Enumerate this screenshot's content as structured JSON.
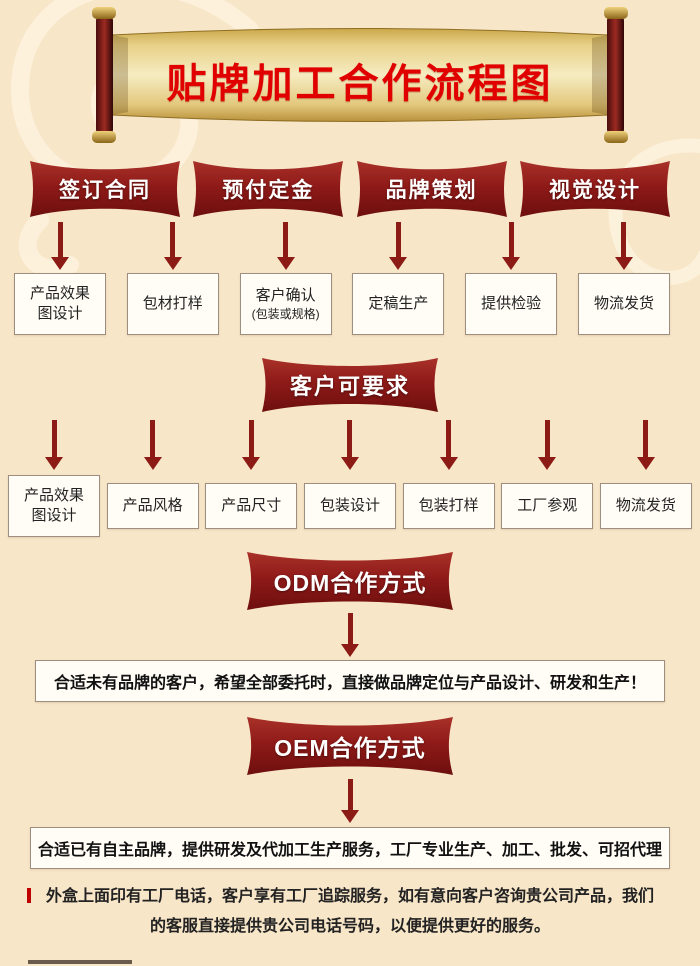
{
  "page": {
    "title": "贴牌加工合作流程图"
  },
  "stage1": {
    "banners": [
      {
        "label": "签订合同"
      },
      {
        "label": "预付定金"
      },
      {
        "label": "品牌策划"
      },
      {
        "label": "视觉设计"
      }
    ],
    "boxes": [
      {
        "line1": "产品效果",
        "line2": "图设计"
      },
      {
        "line1": "包材打样",
        "line2": ""
      },
      {
        "line1": "客户确认",
        "line2": "(包装或规格)"
      },
      {
        "line1": "定稿生产",
        "line2": ""
      },
      {
        "line1": "提供检验",
        "line2": ""
      },
      {
        "line1": "物流发货",
        "line2": ""
      }
    ]
  },
  "stage2": {
    "banner": "客户可要求",
    "boxes": [
      {
        "line1": "产品效果",
        "line2": "图设计"
      },
      {
        "line1": "产品风格",
        "line2": ""
      },
      {
        "line1": "产品尺寸",
        "line2": ""
      },
      {
        "line1": "包装设计",
        "line2": ""
      },
      {
        "line1": "包装打样",
        "line2": ""
      },
      {
        "line1": "工厂参观",
        "line2": ""
      },
      {
        "line1": "物流发货",
        "line2": ""
      }
    ]
  },
  "odm": {
    "banner": "ODM合作方式",
    "description": "合适未有品牌的客户，希望全部委托时，直接做品牌定位与产品设计、研发和生产！"
  },
  "oem": {
    "banner": "OEM合作方式",
    "description": "合适已有自主品牌，提供研发及代加工生产服务，工厂专业生产、加工、批发、可招代理"
  },
  "footer": {
    "note": "外盒上面印有工厂电话，客户享有工厂追踪服务，如有意向客户咨询贵公司产品，我们\n的客服直接提供贵公司电话号码，以便提供更好的服务。"
  },
  "colors": {
    "background": "#f8e6c8",
    "ribbon": "#8e1a18",
    "arrow": "#8c1a15",
    "title": "#e10000",
    "box_border": "#9c8f80",
    "box_background": "#fffdf6"
  }
}
